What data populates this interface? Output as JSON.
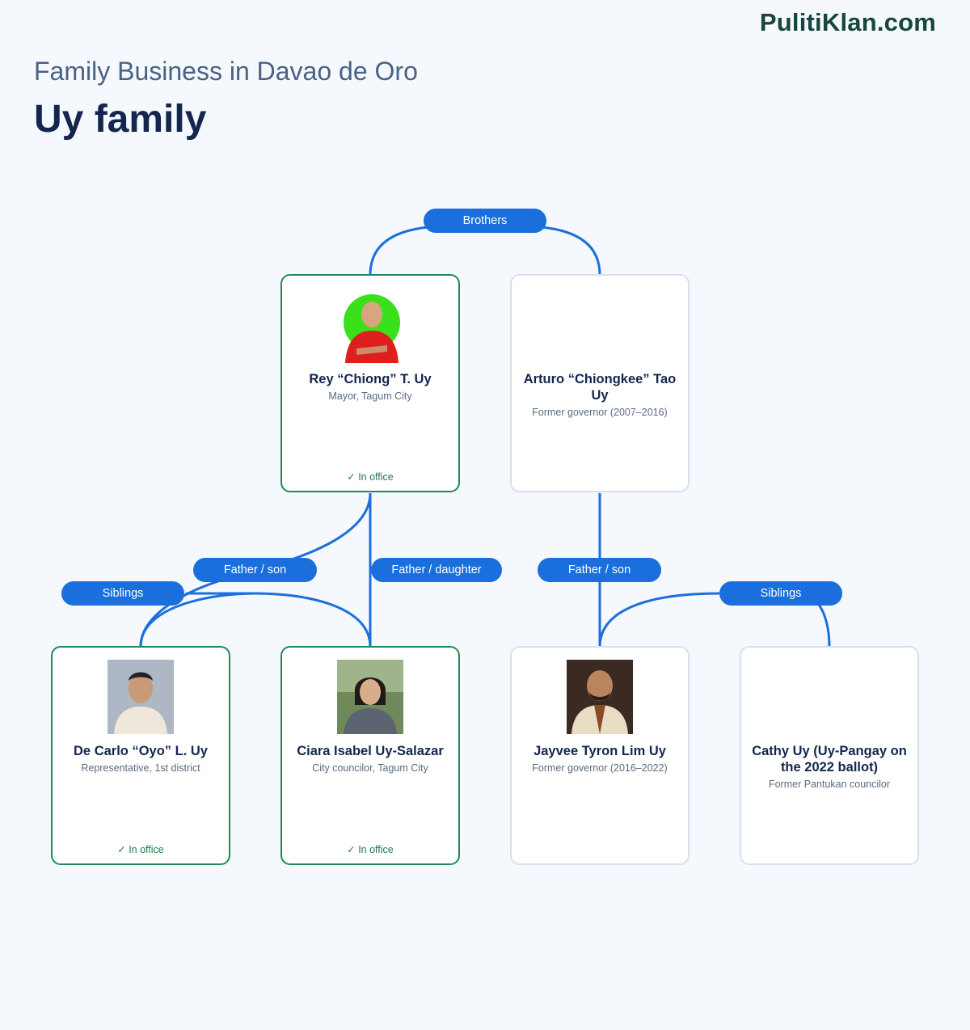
{
  "brand": "PulitiKlan.com",
  "header": {
    "subtitle": "Family Business in Davao de Oro",
    "title": "Uy family"
  },
  "colors": {
    "link": "#1a6fdc",
    "in_office_border": "#1e8a57",
    "default_border": "#d7e0ec"
  },
  "relations": {
    "brothers": "Brothers",
    "rey_oyo": "Father / son",
    "rey_ciara": "Father / daughter",
    "arturo_jayvee": "Father / son",
    "oyo_ciara": "Siblings",
    "jayvee_cathy": "Siblings"
  },
  "people": {
    "rey": {
      "name": "Rey “Chiong” T. Uy",
      "role": "Mayor, Tagum City",
      "status": "✓ In office",
      "photo": "portrait-red-shirt"
    },
    "arturo": {
      "name": "Arturo “Chiongkee” Tao Uy",
      "role": "Former governor (2007–2016)",
      "status": ""
    },
    "oyo": {
      "name": "De Carlo “Oyo” L. Uy",
      "role": "Representative, 1st district",
      "status": "✓ In office",
      "photo": "portrait-barong"
    },
    "ciara": {
      "name": "Ciara Isabel Uy-Salazar",
      "role": "City councilor, Tagum City",
      "status": "✓ In office",
      "photo": "portrait-outdoor"
    },
    "jayvee": {
      "name": "Jayvee Tyron Lim Uy",
      "role": "Former governor (2016–2022)",
      "status": "",
      "photo": "portrait-beard"
    },
    "cathy": {
      "name": "Cathy Uy (Uy-Pangay on the 2022 ballot)",
      "role": "Former Pantukan councilor",
      "status": ""
    }
  }
}
